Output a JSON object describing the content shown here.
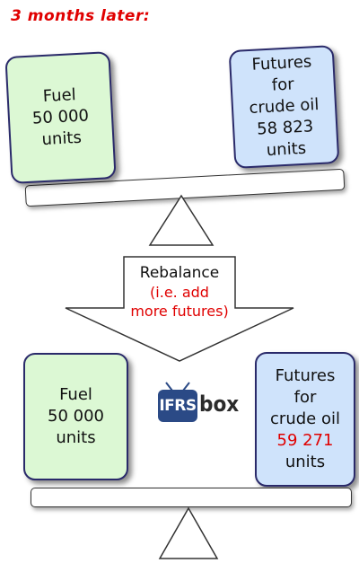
{
  "heading": {
    "text": "3 months later:",
    "color": "#e00000"
  },
  "top_scale": {
    "left_box": {
      "lines": [
        "Fuel",
        "50 000",
        "units"
      ]
    },
    "right_box": {
      "lines": [
        "Futures",
        "for",
        "crude oil",
        "58 823",
        "units"
      ]
    }
  },
  "arrow": {
    "label": "Rebalance",
    "sub_lines": [
      "(i.e. add",
      "more futures)"
    ],
    "sub_color": "#e00000"
  },
  "bottom_scale": {
    "left_box": {
      "lines": [
        "Fuel",
        "50 000",
        "units"
      ]
    },
    "right_box": {
      "lines": [
        "Futures",
        "for",
        "crude oil"
      ],
      "highlight": "59 271",
      "highlight_color": "#e00000",
      "tail": "units"
    }
  },
  "logo": {
    "tv_text": "IFRS",
    "box_text": "box",
    "brand_color": "#2b4a86"
  }
}
